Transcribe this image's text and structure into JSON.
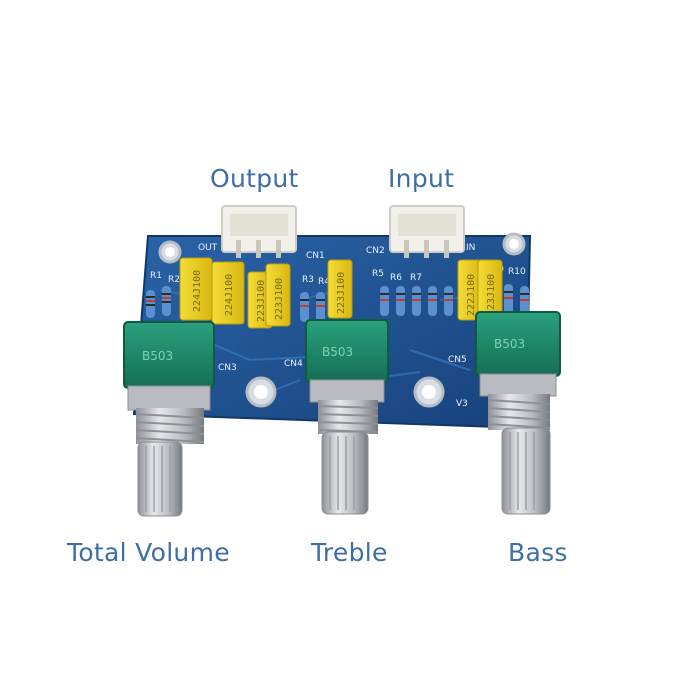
{
  "labels": {
    "output": "Output",
    "input": "Input",
    "total_volume": "Total Volume",
    "treble": "Treble",
    "bass": "Bass"
  },
  "silkscreen": {
    "out": "OUT",
    "in": "IN",
    "cn1": "CN1",
    "cn2": "CN2",
    "cn3": "CN3",
    "cn4": "CN4",
    "cn5": "CN5",
    "v3": "V3",
    "r1": "R1",
    "r2": "R2",
    "r3": "R3",
    "r4": "R4",
    "r5": "R5",
    "r6": "R6",
    "r7": "R7",
    "r9": "R9",
    "r10": "R10"
  },
  "capacitor_markings": {
    "c1": "224J100",
    "c2": "224J100",
    "c3": "223J100",
    "c4": "223J100",
    "c5": "223J100",
    "c6": "222J100",
    "c7": "223J100"
  },
  "potentiometer_markings": {
    "volume": "B503",
    "treble": "B503",
    "bass": "B503"
  },
  "colors": {
    "label": "#3f6ea4",
    "pcb": "#1f4f8f",
    "capacitor": "#f0d21e",
    "pot_body": "#1c8a6a",
    "connector": "#f2f0ea"
  }
}
